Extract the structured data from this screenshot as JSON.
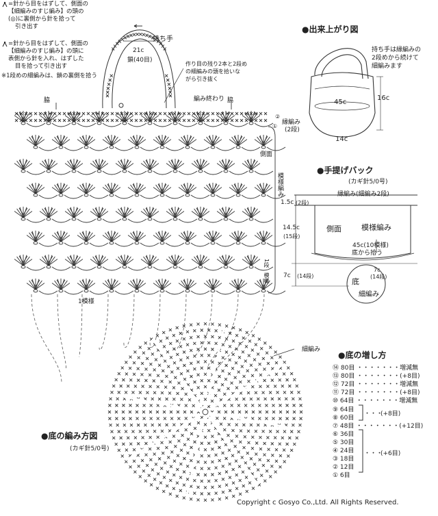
{
  "legend": {
    "line1": "=針から目をはずして、側面の",
    "line2": "【細編みのすじ編み】の頭の",
    "line3": "(◎)に裏側から針を拾って",
    "line4": "引き出す",
    "line5": "=針から目をはずして、側面の",
    "line6": "【細編みのすじ編み】の頭に",
    "line7": "表側から針を入れ、はずした",
    "line8": "目を拾って引き出す",
    "note": "※1段めの細編みは、鎖の裏側を拾う"
  },
  "chart": {
    "handle_label": "持ち手",
    "handle_width": "21c",
    "handle_chain": "鎖(40目)",
    "handle_note1": "作り目の残り2本と2段め",
    "handle_note2": "の細編みの頭を拾いな",
    "handle_note3": "がら引き抜く",
    "end_label": "編み終わり",
    "side_left": "脇",
    "side_right": "脇",
    "edge_label": "縁編み",
    "edge_rows": "(2段)",
    "side_label": "側面",
    "pattern_label": "模様編み",
    "one_pattern": "1模様",
    "row_label": "1段",
    "pattern_word": "模様",
    "single_crochet": "細編み",
    "base_title": "●底の編み方図",
    "hook": "(カギ針5/0号)"
  },
  "finished": {
    "title": "●出来上がり図",
    "note1": "持ち手は縁編みの",
    "note2": "2段めから続けて",
    "note3": "細編みます",
    "circ": "45c",
    "height": "16c",
    "base": "14c"
  },
  "bag": {
    "title": "●手提げバック",
    "hook": "(カギ針5/0号)",
    "edge": "縁編み(細編み2段)",
    "dim1": "1.5c",
    "rows1": "(2段)",
    "dim2": "14.5c",
    "rows2": "(15段)",
    "dim3": "7c",
    "rows3": "(14段)",
    "side": "側面",
    "pattern": "模様編み",
    "width": "45c(10模様)",
    "pickup": "底から拾う",
    "base": "底",
    "base_dim": "7c",
    "base_rows": "(14段)",
    "base_stitch": "細編み"
  },
  "increase": {
    "title": "●底の増し方",
    "rows": [
      {
        "num": "⑭",
        "count": "80目",
        "dots": "・・・・・・・",
        "note": "増減無"
      },
      {
        "num": "⑬",
        "count": "80目",
        "dots": "・・・・・・・",
        "note": "(+8目)"
      },
      {
        "num": "⑫",
        "count": "72目",
        "dots": "・・・・・・・",
        "note": "増減無"
      },
      {
        "num": "⑪",
        "count": "72目",
        "dots": "・・・・・・・",
        "note": "(+8目)"
      },
      {
        "num": "⑩",
        "count": "64目",
        "dots": "・・・・・・・",
        "note": "増減無"
      },
      {
        "num": "⑨",
        "count": "64目",
        "dots": "",
        "note": ""
      },
      {
        "num": "⑧",
        "count": "60目",
        "dots": "",
        "note": ""
      },
      {
        "num": "⑦",
        "count": "48目",
        "dots": "・・・・・・・",
        "note": "(+12目)"
      },
      {
        "num": "⑥",
        "count": "36目",
        "dots": "",
        "note": ""
      },
      {
        "num": "⑤",
        "count": "30目",
        "dots": "",
        "note": ""
      },
      {
        "num": "④",
        "count": "24目",
        "dots": "",
        "note": ""
      },
      {
        "num": "③",
        "count": "18目",
        "dots": "",
        "note": ""
      },
      {
        "num": "②",
        "count": "12目",
        "dots": "",
        "note": ""
      },
      {
        "num": "①",
        "count": "6目",
        "dots": "",
        "note": ""
      }
    ],
    "group1_note": "(+8目)",
    "group2_note": "(+6目)"
  },
  "copyright": "Copyright c Gosyo Co.,Ltd. All Rights Reserved."
}
